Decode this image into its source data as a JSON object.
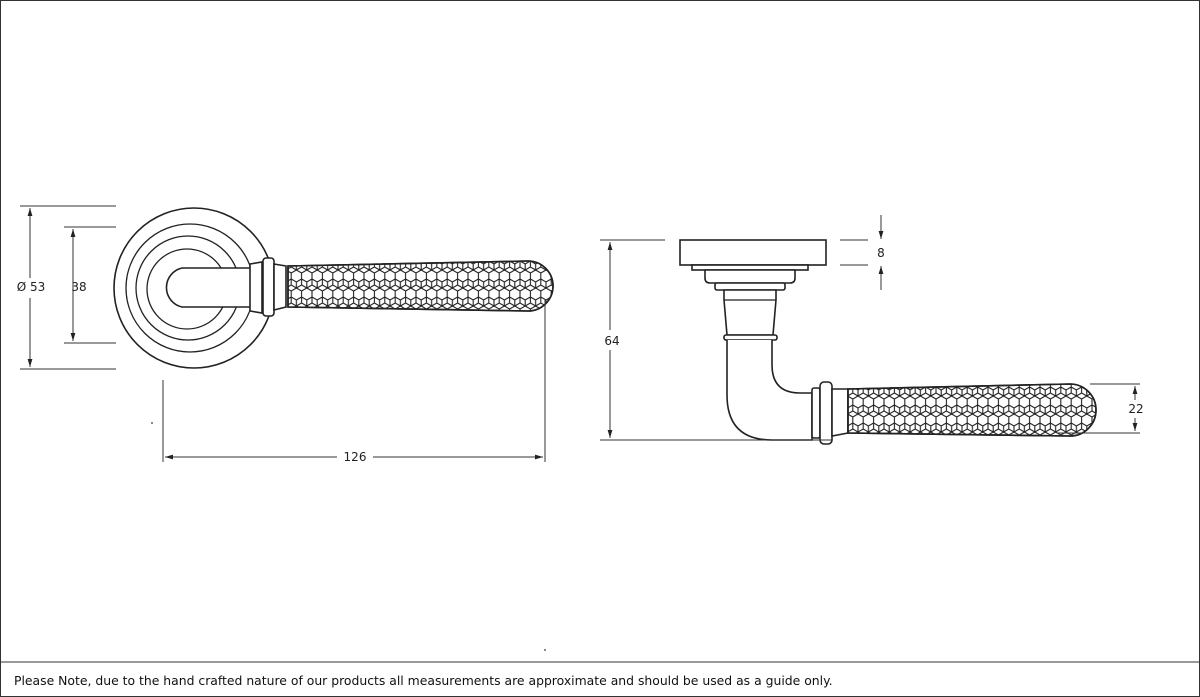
{
  "drawing": {
    "front_view": {
      "rose_diameter_label": "Ø 53",
      "rose_inner_label": "38",
      "projection_label": "126"
    },
    "side_view": {
      "height_label": "64",
      "rose_thickness_label": "8",
      "grip_diameter_label": "22"
    },
    "colors": {
      "line": "#222222",
      "background": "#ffffff"
    }
  },
  "footer": {
    "note": "Please Note, due to the hand crafted nature of our products all measurements are approximate and should be used as a guide only."
  }
}
